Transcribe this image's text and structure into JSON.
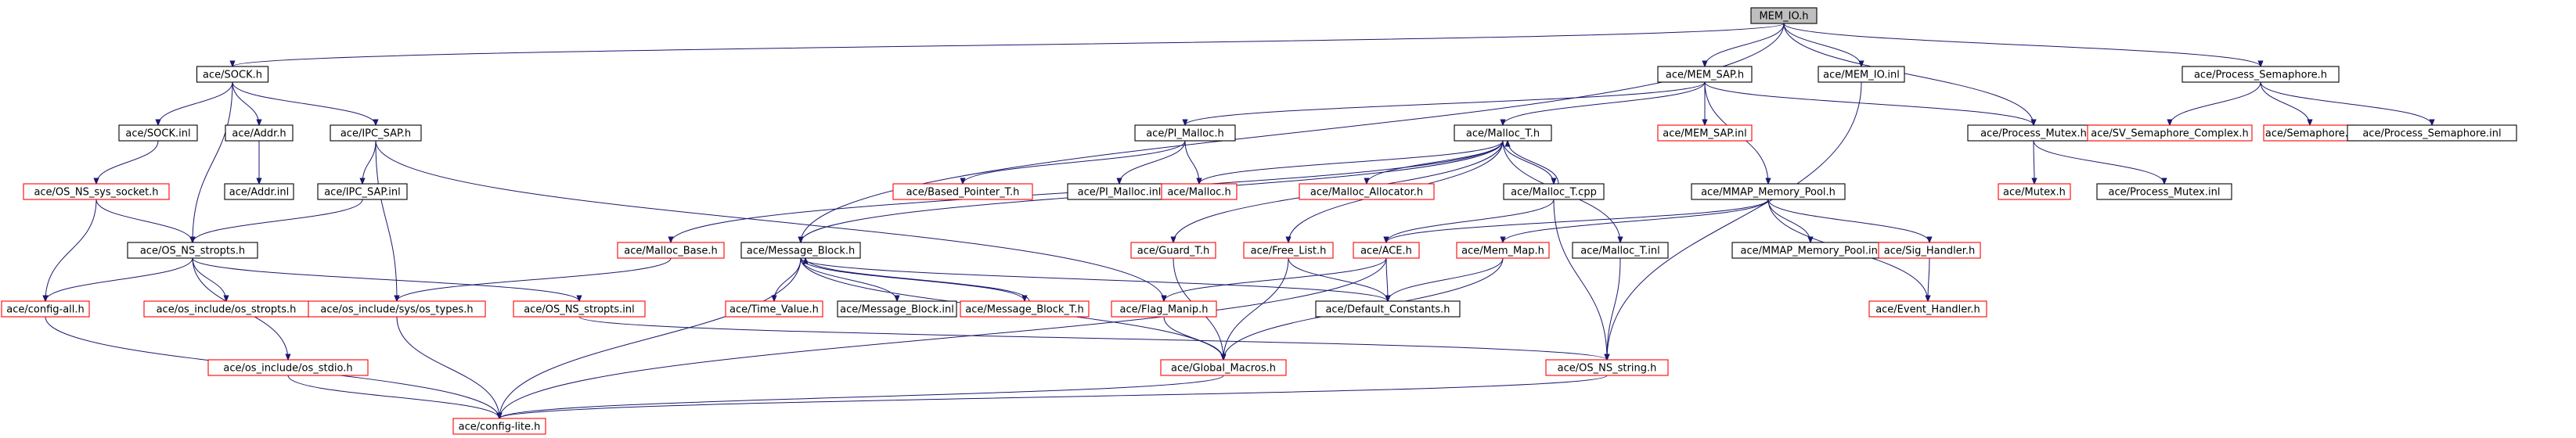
{
  "colors": {
    "edge": "#191970",
    "border_documented": "#000000",
    "border_undocumented": "#ff0000",
    "fill_default": "#ffffff",
    "fill_root": "#bfbfbf"
  },
  "nodes": [
    {
      "id": "mem_io_h",
      "label": "MEM_IO.h",
      "root": true
    },
    {
      "id": "sock_h",
      "label": "ace/SOCK.h"
    },
    {
      "id": "mem_sap_h",
      "label": "ace/MEM_SAP.h"
    },
    {
      "id": "mem_io_inl",
      "label": "ace/MEM_IO.inl"
    },
    {
      "id": "process_sem_h",
      "label": "ace/Process_Semaphore.h"
    },
    {
      "id": "sock_inl",
      "label": "ace/SOCK.inl"
    },
    {
      "id": "addr_h",
      "label": "ace/Addr.h"
    },
    {
      "id": "ipc_sap_h",
      "label": "ace/IPC_SAP.h"
    },
    {
      "id": "pi_malloc_h",
      "label": "ace/PI_Malloc.h"
    },
    {
      "id": "malloc_t_h",
      "label": "ace/Malloc_T.h"
    },
    {
      "id": "mem_sap_inl",
      "label": "ace/MEM_SAP.inl",
      "red": true
    },
    {
      "id": "process_mutex_h",
      "label": "ace/Process_Mutex.h"
    },
    {
      "id": "sv_sem_complex_h",
      "label": "ace/SV_Semaphore_Complex.h",
      "red": true
    },
    {
      "id": "semaphore_h",
      "label": "ace/Semaphore.h",
      "red": true
    },
    {
      "id": "process_sem_inl",
      "label": "ace/Process_Semaphore.inl"
    },
    {
      "id": "os_ns_sys_socket_h",
      "label": "ace/OS_NS_sys_socket.h",
      "red": true
    },
    {
      "id": "addr_inl",
      "label": "ace/Addr.inl"
    },
    {
      "id": "ipc_sap_inl",
      "label": "ace/IPC_SAP.inl"
    },
    {
      "id": "based_pointer_t_h",
      "label": "ace/Based_Pointer_T.h",
      "red": true
    },
    {
      "id": "pi_malloc_inl",
      "label": "ace/PI_Malloc.inl"
    },
    {
      "id": "malloc_h",
      "label": "ace/Malloc.h",
      "red": true
    },
    {
      "id": "malloc_allocator_h",
      "label": "ace/Malloc_Allocator.h",
      "red": true
    },
    {
      "id": "malloc_t_cpp",
      "label": "ace/Malloc_T.cpp"
    },
    {
      "id": "mmap_memory_pool_h",
      "label": "ace/MMAP_Memory_Pool.h"
    },
    {
      "id": "mutex_h",
      "label": "ace/Mutex.h",
      "red": true
    },
    {
      "id": "process_mutex_inl",
      "label": "ace/Process_Mutex.inl"
    },
    {
      "id": "os_ns_stropts_h",
      "label": "ace/OS_NS_stropts.h"
    },
    {
      "id": "malloc_base_h",
      "label": "ace/Malloc_Base.h",
      "red": true
    },
    {
      "id": "message_block_h",
      "label": "ace/Message_Block.h"
    },
    {
      "id": "guard_t_h",
      "label": "ace/Guard_T.h",
      "red": true
    },
    {
      "id": "free_list_h",
      "label": "ace/Free_List.h",
      "red": true
    },
    {
      "id": "ace_h",
      "label": "ace/ACE.h",
      "red": true
    },
    {
      "id": "mem_map_h",
      "label": "ace/Mem_Map.h",
      "red": true
    },
    {
      "id": "malloc_t_inl",
      "label": "ace/Malloc_T.inl"
    },
    {
      "id": "mmap_memory_pool_inl",
      "label": "ace/MMAP_Memory_Pool.inl"
    },
    {
      "id": "sig_handler_h",
      "label": "ace/Sig_Handler.h",
      "red": true
    },
    {
      "id": "config_all_h",
      "label": "ace/config-all.h",
      "red": true
    },
    {
      "id": "os_include_os_stropts_h",
      "label": "ace/os_include/os_stropts.h",
      "red": true
    },
    {
      "id": "os_include_sys_os_types_h",
      "label": "ace/os_include/sys/os_types.h",
      "red": true
    },
    {
      "id": "os_ns_stropts_inl",
      "label": "ace/OS_NS_stropts.inl",
      "red": true
    },
    {
      "id": "time_value_h",
      "label": "ace/Time_Value.h",
      "red": true
    },
    {
      "id": "message_block_inl",
      "label": "ace/Message_Block.inl"
    },
    {
      "id": "message_block_t_h",
      "label": "ace/Message_Block_T.h",
      "red": true
    },
    {
      "id": "flag_manip_h",
      "label": "ace/Flag_Manip.h",
      "red": true
    },
    {
      "id": "default_constants_h",
      "label": "ace/Default_Constants.h"
    },
    {
      "id": "event_handler_h",
      "label": "ace/Event_Handler.h",
      "red": true
    },
    {
      "id": "os_include_os_stdio_h",
      "label": "ace/os_include/os_stdio.h",
      "red": true
    },
    {
      "id": "global_macros_h",
      "label": "ace/Global_Macros.h",
      "red": true
    },
    {
      "id": "os_ns_string_h",
      "label": "ace/OS_NS_string.h",
      "red": true
    },
    {
      "id": "config_lite_h",
      "label": "ace/config-lite.h",
      "red": true
    }
  ],
  "edges": [
    [
      "mem_io_h",
      "sock_h"
    ],
    [
      "mem_io_h",
      "mem_sap_h"
    ],
    [
      "mem_io_h",
      "mem_io_inl"
    ],
    [
      "mem_io_h",
      "process_sem_h"
    ],
    [
      "mem_io_h",
      "process_mutex_h"
    ],
    [
      "mem_io_h",
      "message_block_h"
    ],
    [
      "sock_h",
      "sock_inl"
    ],
    [
      "sock_h",
      "addr_h"
    ],
    [
      "sock_h",
      "ipc_sap_h"
    ],
    [
      "sock_h",
      "os_ns_stropts_h"
    ],
    [
      "sock_inl",
      "os_ns_sys_socket_h"
    ],
    [
      "os_ns_sys_socket_h",
      "os_ns_stropts_h"
    ],
    [
      "os_ns_sys_socket_h",
      "config_all_h"
    ],
    [
      "addr_h",
      "addr_inl"
    ],
    [
      "ipc_sap_h",
      "ipc_sap_inl"
    ],
    [
      "ipc_sap_h",
      "flag_manip_h"
    ],
    [
      "ipc_sap_h",
      "os_include_sys_os_types_h"
    ],
    [
      "ipc_sap_inl",
      "os_ns_stropts_h"
    ],
    [
      "os_ns_stropts_h",
      "config_all_h"
    ],
    [
      "os_ns_stropts_h",
      "os_include_os_stropts_h"
    ],
    [
      "os_ns_stropts_h",
      "os_ns_stropts_inl"
    ],
    [
      "os_ns_stropts_h",
      "os_include_os_stdio_h"
    ],
    [
      "config_all_h",
      "config_lite_h"
    ],
    [
      "os_include_os_stdio_h",
      "config_lite_h"
    ],
    [
      "os_include_sys_os_types_h",
      "config_lite_h"
    ],
    [
      "os_ns_stropts_inl",
      "os_ns_string_h"
    ],
    [
      "mem_sap_h",
      "pi_malloc_h"
    ],
    [
      "mem_sap_h",
      "malloc_t_h"
    ],
    [
      "mem_sap_h",
      "mem_sap_inl"
    ],
    [
      "mem_sap_h",
      "process_mutex_h"
    ],
    [
      "mem_sap_h",
      "mmap_memory_pool_h"
    ],
    [
      "mem_io_inl",
      "os_ns_string_h"
    ],
    [
      "process_sem_h",
      "sv_sem_complex_h"
    ],
    [
      "process_sem_h",
      "semaphore_h"
    ],
    [
      "process_sem_h",
      "process_sem_inl"
    ],
    [
      "process_mutex_h",
      "mutex_h"
    ],
    [
      "process_mutex_h",
      "process_mutex_inl"
    ],
    [
      "pi_malloc_h",
      "based_pointer_t_h"
    ],
    [
      "pi_malloc_h",
      "pi_malloc_inl"
    ],
    [
      "pi_malloc_h",
      "malloc_h"
    ],
    [
      "malloc_t_h",
      "malloc_h"
    ],
    [
      "malloc_t_h",
      "malloc_allocator_h"
    ],
    [
      "malloc_t_h",
      "malloc_t_cpp"
    ],
    [
      "malloc_t_h",
      "malloc_base_h"
    ],
    [
      "malloc_t_h",
      "message_block_h"
    ],
    [
      "malloc_t_h",
      "guard_t_h"
    ],
    [
      "malloc_t_h",
      "free_list_h"
    ],
    [
      "malloc_t_h",
      "malloc_t_inl"
    ],
    [
      "malloc_t_cpp",
      "malloc_t_h"
    ],
    [
      "malloc_t_cpp",
      "ace_h"
    ],
    [
      "malloc_t_cpp",
      "os_ns_string_h"
    ],
    [
      "mmap_memory_pool_h",
      "mmap_memory_pool_inl"
    ],
    [
      "mmap_memory_pool_h",
      "sig_handler_h"
    ],
    [
      "mmap_memory_pool_h",
      "mem_map_h"
    ],
    [
      "mmap_memory_pool_h",
      "ace_h"
    ],
    [
      "mmap_memory_pool_h",
      "event_handler_h"
    ],
    [
      "sig_handler_h",
      "event_handler_h"
    ],
    [
      "malloc_base_h",
      "os_include_sys_os_types_h"
    ],
    [
      "message_block_h",
      "time_value_h"
    ],
    [
      "message_block_h",
      "message_block_inl"
    ],
    [
      "message_block_h",
      "message_block_t_h"
    ],
    [
      "message_block_h",
      "default_constants_h"
    ],
    [
      "message_block_h",
      "global_macros_h"
    ],
    [
      "message_block_h",
      "config_lite_h"
    ],
    [
      "message_block_t_h",
      "message_block_h"
    ],
    [
      "guard_t_h",
      "global_macros_h"
    ],
    [
      "free_list_h",
      "global_macros_h"
    ],
    [
      "free_list_h",
      "default_constants_h"
    ],
    [
      "ace_h",
      "flag_manip_h"
    ],
    [
      "ace_h",
      "default_constants_h"
    ],
    [
      "ace_h",
      "config_lite_h"
    ],
    [
      "mem_map_h",
      "default_constants_h"
    ],
    [
      "mem_map_h",
      "global_macros_h"
    ],
    [
      "malloc_t_inl",
      "os_ns_string_h"
    ],
    [
      "flag_manip_h",
      "global_macros_h"
    ],
    [
      "global_macros_h",
      "config_lite_h"
    ],
    [
      "os_ns_string_h",
      "config_lite_h"
    ]
  ]
}
